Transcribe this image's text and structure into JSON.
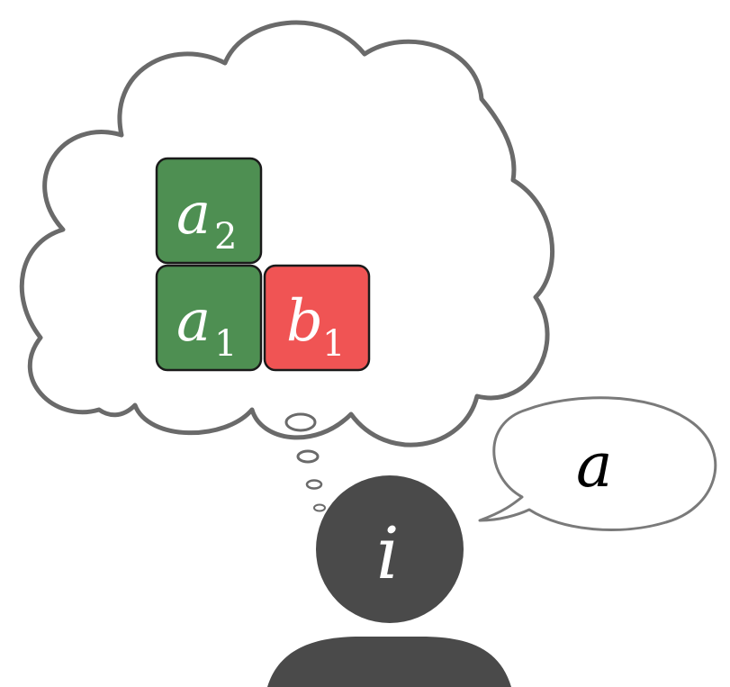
{
  "thought_blocks": [
    {
      "letter": "a",
      "index": "2",
      "color": "#4e8f52"
    },
    {
      "letter": "a",
      "index": "1",
      "color": "#4e8f52"
    },
    {
      "letter": "b",
      "index": "1",
      "color": "#f05454"
    }
  ],
  "agent": {
    "label": "i",
    "color": "#4a4a4a"
  },
  "speech": {
    "text": "a"
  },
  "colors": {
    "outline": "#6a6a6a",
    "bubble_fill": "#ffffff",
    "block_border": "#1a1a1a"
  }
}
